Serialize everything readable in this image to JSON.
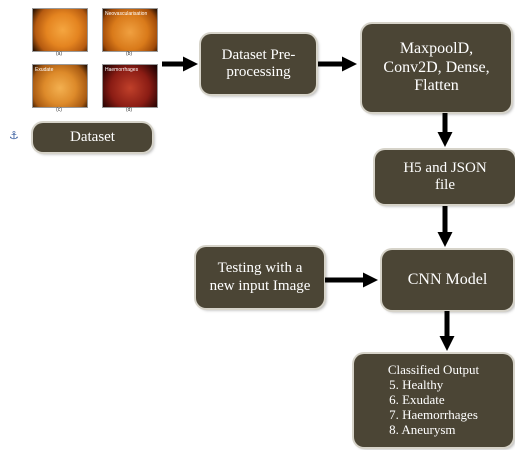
{
  "dataset_images": {
    "captions": [
      "(a)",
      "(b)",
      "(c)",
      "(d)"
    ],
    "labels": [
      "",
      "Neovascularisation",
      "Exudate",
      "Haemorrhages"
    ]
  },
  "anchor_icon": "anchor-icon",
  "nodes": {
    "dataset": "Dataset",
    "preprocessing": "Dataset Pre-processing",
    "layers": "MaxpoolD, Conv2D, Dense, Flatten",
    "h5json": "H5 and JSON file",
    "testing": "Testing with a new input Image",
    "cnn": "CNN Model",
    "output_title": "Classified Output",
    "output_items": [
      "5. Healthy",
      "6. Exudate",
      "7. Haemorrhages",
      "8. Aneurysm"
    ]
  },
  "colors": {
    "box_fill": "#4b4535",
    "box_text": "#ffffff",
    "arrow": "#000000"
  }
}
